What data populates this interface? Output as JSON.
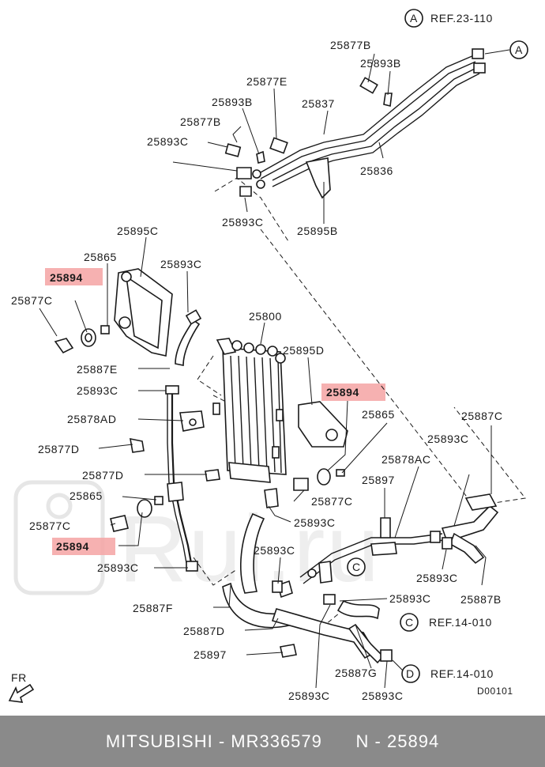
{
  "footer": {
    "text": "MITSUBISHI - MR336579      N - 25894"
  },
  "diagram": {
    "highlight_color": "#f4a3a3",
    "watermark_text": "Rui.ru",
    "drawing_code": "D00101",
    "fr_label": "FR",
    "refs": {
      "A": {
        "letter": "A",
        "text": "REF.23-110"
      },
      "C1": {
        "letter": "C",
        "text": "REF.14-010"
      },
      "D": {
        "letter": "D",
        "text": "REF.14-010"
      }
    },
    "markers": {
      "A": "A",
      "C": "C"
    },
    "labels": {
      "l25877B_top": "25877B",
      "l25893B_top": "25893B",
      "l25877E": "25877E",
      "l25893B_mid": "25893B",
      "l25837": "25837",
      "l25877B_left": "25877B",
      "l25893C_top": "25893C",
      "l25836": "25836",
      "l25893C_low": "25893C",
      "l25895B": "25895B",
      "l25895C": "25895C",
      "l25865_top": "25865",
      "l25893C_hose": "25893C",
      "l25894_a": "25894",
      "l25877C_a": "25877C",
      "l25800": "25800",
      "l25895D": "25895D",
      "l25887E": "25887E",
      "l25893C_b": "25893C",
      "l25894_b": "25894",
      "l25878AD": "25878AD",
      "l25865_r": "25865",
      "l25877D_a": "25877D",
      "l25887C": "25887C",
      "l25893C_c": "25893C",
      "l25878AC": "25878AC",
      "l25877D_b": "25877D",
      "l25897_a": "25897",
      "l25865_l": "25865",
      "l25877C_b": "25877C",
      "l25893C_d": "25893C",
      "l25877C_c": "25877C",
      "l25894_c": "25894",
      "l25893C_e": "25893C",
      "l25893C_f": "25893C",
      "l25887B": "25887B",
      "l25893C_g": "25893C",
      "l25887F": "25887F",
      "l25893C_h": "25893C",
      "l25887D": "25887D",
      "l25897_b": "25897",
      "l25887G": "25887G",
      "l25893C_i": "25893C",
      "l25893C_j": "25893C"
    }
  }
}
